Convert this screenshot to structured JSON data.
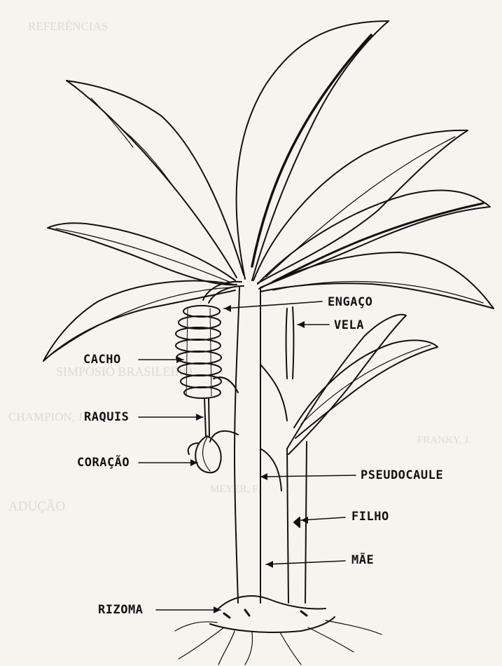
{
  "diagram": {
    "labels": {
      "engaco": "ENGAÇO",
      "vela": "VELA",
      "cacho": "CACHO",
      "raquis": "RAQUIS",
      "coracao": "CORAÇÃO",
      "pseudocaule": "PSEUDOCAULE",
      "filho": "FILHO",
      "mae": "MÃE",
      "rizoma": "RIZOMA"
    },
    "background_text": [
      "REFERÊNCIAS",
      "SIMPOSIO BRASILEIRO",
      "CHAMPION, J.",
      "FRANKY, J.",
      "MEYER, F.",
      "ADUÇÃO"
    ],
    "colors": {
      "ink": "#111111",
      "paper": "#f6f4ef",
      "ghost": "#c9c4bd"
    }
  }
}
